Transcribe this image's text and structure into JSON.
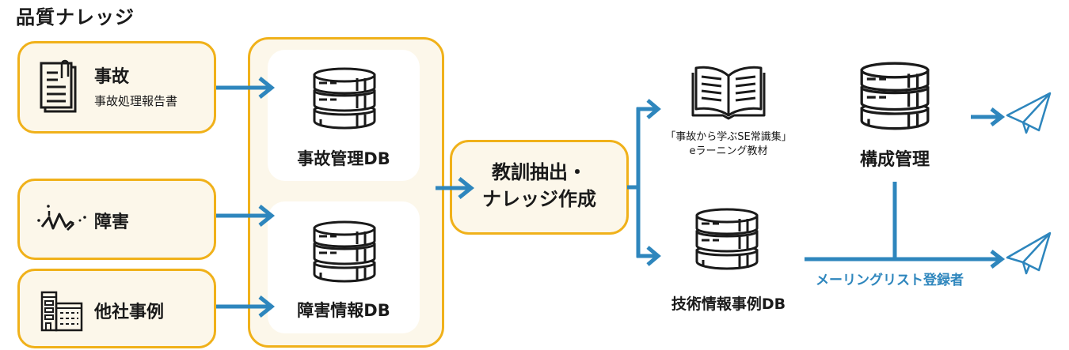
{
  "title": "品質ナレッジ",
  "colors": {
    "accent_blue": "#2e86bd",
    "box_border": "#f0b11a",
    "box_fill": "#fcf7ea",
    "text": "#1a1a1a"
  },
  "sources": [
    {
      "icon": "document-clip-icon",
      "label": "事故",
      "sublabel": "事故処理報告書"
    },
    {
      "icon": "crack-burst-icon",
      "label": "障害"
    },
    {
      "icon": "building-icon",
      "label": "他社事例"
    }
  ],
  "databases": [
    {
      "icon": "database-icon",
      "label": "事故管理DB"
    },
    {
      "icon": "database-icon",
      "label": "障害情報DB"
    }
  ],
  "process": {
    "line1": "教訓抽出・",
    "line2": "ナレッジ作成"
  },
  "outputs": {
    "elearning": {
      "icon": "open-book-icon",
      "line1": "「事故から学ぶSE常識集」",
      "line2": "eラーニング教材"
    },
    "tech_db": {
      "icon": "database-icon",
      "label": "技術情報事例DB"
    },
    "config": {
      "icon": "database-icon",
      "label": "構成管理"
    },
    "mailing_list": {
      "label": "メーリングリスト登録者",
      "icon": "paper-plane-icon"
    }
  }
}
